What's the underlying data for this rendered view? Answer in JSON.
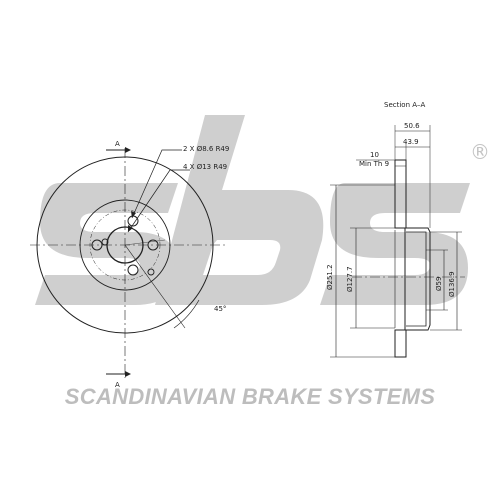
{
  "brand": {
    "tagline": "SCANDINAVIAN BRAKE SYSTEMS",
    "registered_mark": "®",
    "logo_name": "sbs-logo",
    "logo_color": "#c8c8c8"
  },
  "front_view": {
    "section_marker_top": "A",
    "section_marker_bottom": "A",
    "callout_holes_1": "2 X Ø8.6 R49",
    "callout_holes_2": "4 X Ø13 R49",
    "angle": "45°"
  },
  "section_view": {
    "title": "Section A–A",
    "dim_50_6": "50.6",
    "dim_43_9": "43.9",
    "dim_10": "10",
    "min_th": "Min Th 9",
    "dia_251_2": "Ø251.2",
    "dia_127_7": "Ø127.7",
    "dia_59": "Ø59",
    "dia_136_9": "Ø136.9"
  },
  "colors": {
    "line": "#222222",
    "logo": "#c8c8c8"
  }
}
